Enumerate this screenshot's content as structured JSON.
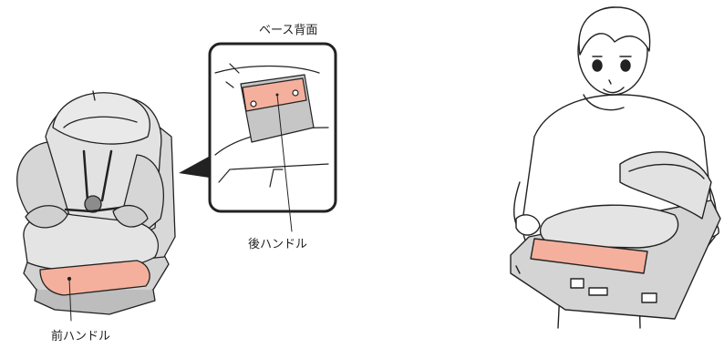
{
  "labels": {
    "base_back_title": "ベース背面",
    "rear_handle": "後ハンドル",
    "front_handle": "前ハンドル"
  },
  "colors": {
    "handle_highlight": "#F4B09C",
    "line": "#222222",
    "seat_fill": "#E2E2E2",
    "seat_shadow": "#BDBDBD",
    "callout_fill": "#C6C6C6"
  }
}
